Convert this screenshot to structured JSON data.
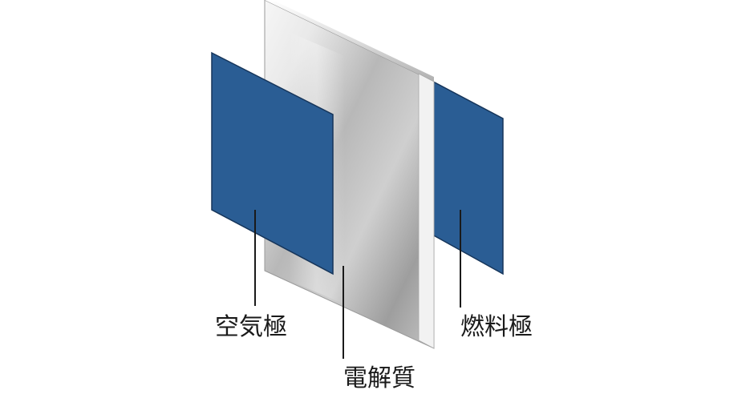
{
  "labels": {
    "air_electrode": "空気極",
    "electrolyte": "電解質",
    "fuel_electrode": "燃料極"
  },
  "colors": {
    "electrode_blue": "#2a5d94",
    "electrode_edge": "#16355a",
    "electrolyte_silver": "#c9c9c9",
    "leader_line": "#1a1a1a",
    "background": "#ffffff"
  }
}
